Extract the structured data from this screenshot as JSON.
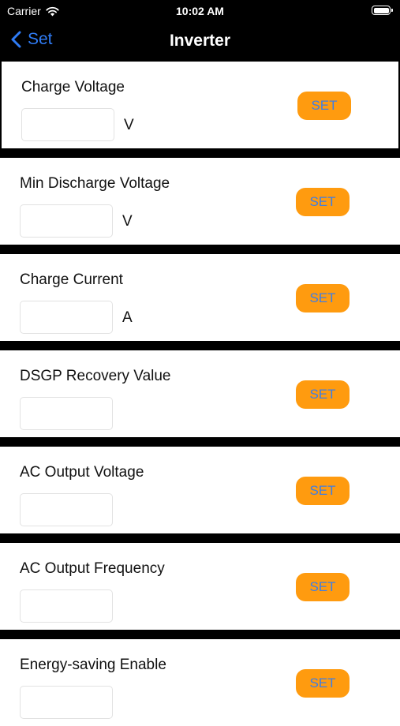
{
  "status_bar": {
    "carrier": "Carrier",
    "time": "10:02 AM"
  },
  "nav": {
    "back_label": "Set",
    "title": "Inverter"
  },
  "settings": [
    {
      "label": "Charge Voltage",
      "value": "",
      "unit": "V",
      "button": "SET"
    },
    {
      "label": "Min Discharge Voltage",
      "value": "",
      "unit": "V",
      "button": "SET"
    },
    {
      "label": "Charge Current",
      "value": "",
      "unit": "A",
      "button": "SET"
    },
    {
      "label": "DSGP Recovery Value",
      "value": "",
      "unit": "",
      "button": "SET"
    },
    {
      "label": "AC Output Voltage",
      "value": "",
      "unit": "",
      "button": "SET"
    },
    {
      "label": "AC Output Frequency",
      "value": "",
      "unit": "",
      "button": "SET"
    },
    {
      "label": "Energy-saving Enable",
      "value": "",
      "unit": "",
      "button": "SET"
    }
  ],
  "colors": {
    "accent_button": "#ff9b0f",
    "button_text": "#3e7ee6",
    "back_link": "#2f7cf6"
  }
}
